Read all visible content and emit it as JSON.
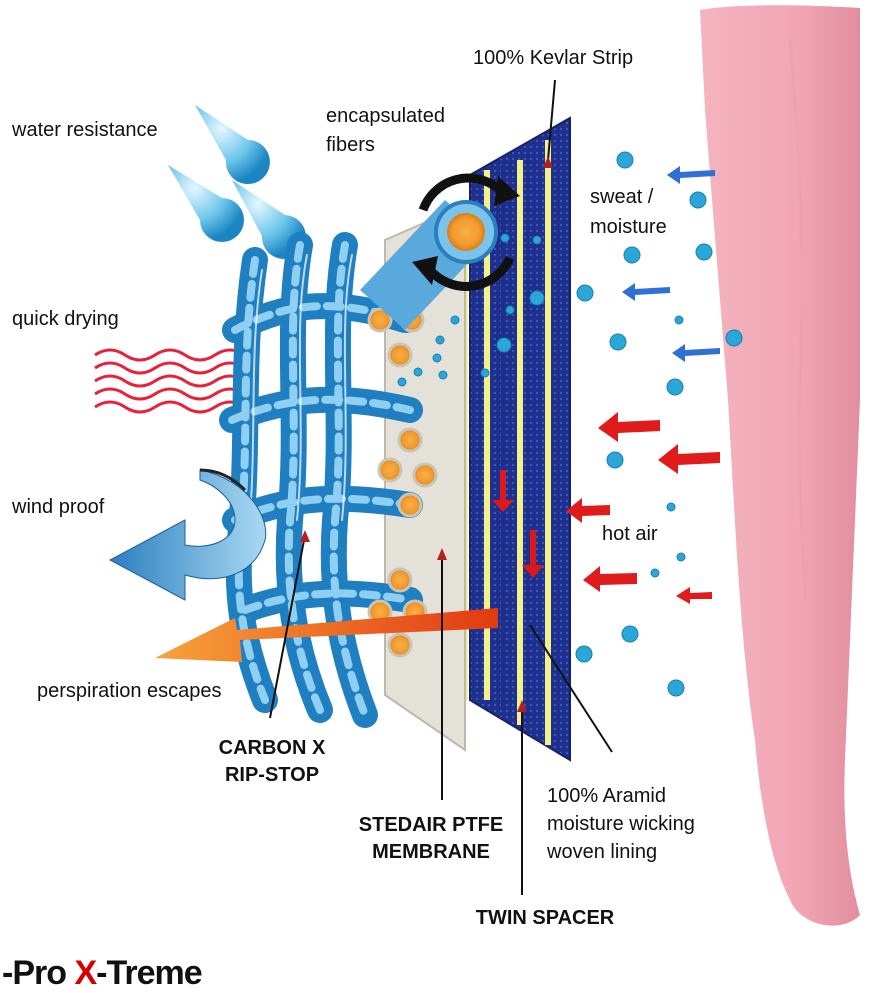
{
  "labels": {
    "kevlar": "100% Kevlar Strip",
    "encapsulated_line1": "encapsulated",
    "encapsulated_line2": "fibers",
    "water": "water resistance",
    "quick": "quick drying",
    "wind": "wind proof",
    "perspiration": "perspiration escapes",
    "sweat_line1": "sweat /",
    "sweat_line2": "moisture",
    "hot_air": "hot air",
    "carbon_line1": "CARBON X",
    "carbon_line2": "RIP-STOP",
    "stedair_line1": "STEDAIR PTFE",
    "stedair_line2": "MEMBRANE",
    "aramid_line1": "100% Aramid",
    "aramid_line2": "moisture wicking",
    "aramid_line3": "woven lining",
    "twin": "TWIN SPACER"
  },
  "brand": {
    "prefix": "-Pro ",
    "x": "X",
    "suffix": "-Treme"
  },
  "colors": {
    "weave": "#2f9bd6",
    "fiber_core": "#f39a2e",
    "membrane": "#e4e1d8",
    "lining": "#1e2f8a",
    "kevlar_strip": "#f4f08a",
    "skin": "#f2a9b6",
    "heat_wave": "#e8203a",
    "droplet": "#2aa6d8",
    "cold_arrow": "#2f6fd6",
    "hot_arrow": "#e01b1b",
    "escape_arrow": "#f07a1e"
  }
}
